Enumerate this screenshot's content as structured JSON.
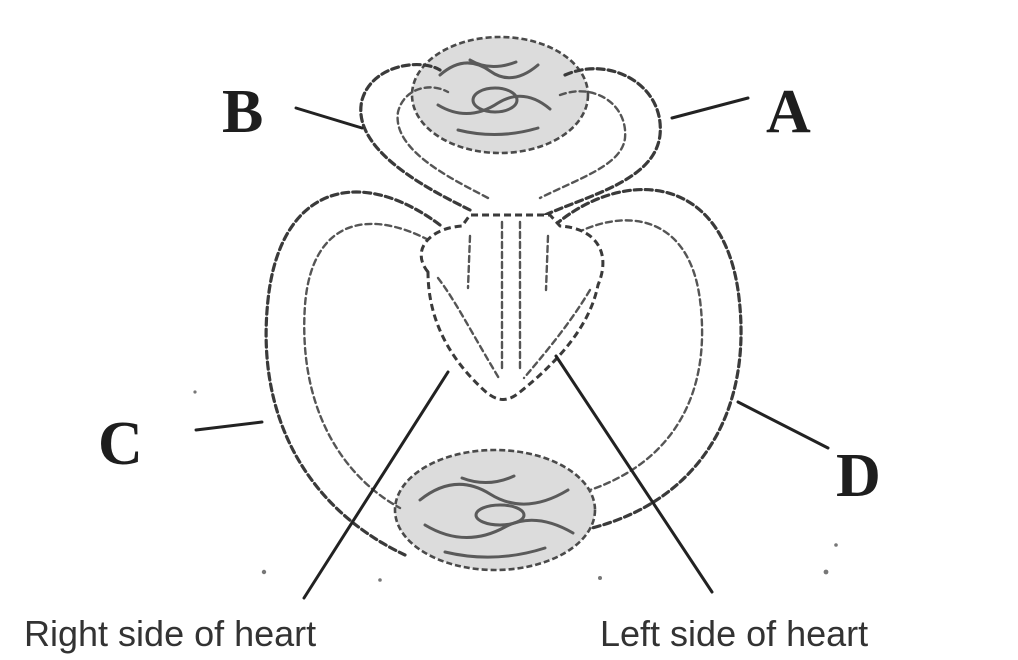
{
  "diagram": {
    "labels": {
      "a": "A",
      "b": "B",
      "c": "C",
      "d": "D"
    },
    "heart": {
      "right_side_label": "Right side of heart",
      "left_side_label": "Left side of heart"
    }
  }
}
